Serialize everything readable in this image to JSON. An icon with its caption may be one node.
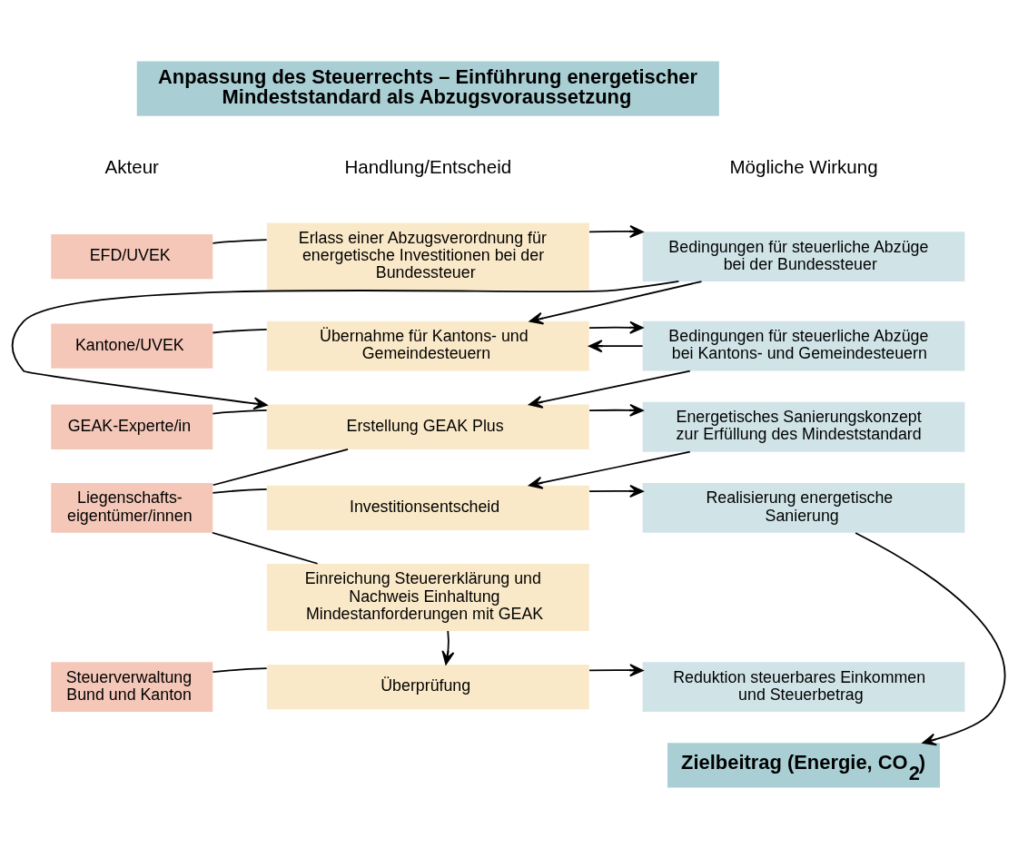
{
  "diagram": {
    "nodes": [
      {
        "text": [
          "Anpassung des Steuerrechts – Einführung energetischer Mindeststandard als Abzugsvoraussetzung"
        ]
      },
      {
        "text": [
          "EFD/UVEK"
        ]
      },
      {
        "text": [
          "Erlass einer Abzugsverordnung für energetische Investitionen bei der Bundessteuer"
        ]
      },
      {
        "text": [
          "Bedingungen für steuerliche Abzüge bei der Bundessteuer"
        ]
      },
      {
        "text": [
          "Kantone/UVEK"
        ]
      },
      {
        "text": [
          "Übernahme für Kantons- und Gemeindesteuern"
        ]
      },
      {
        "text": [
          "Bedingungen für steuerliche Abzüge bei Kantons- und Gemeindesteuern"
        ]
      },
      {
        "text": [
          "GEAK-Experte/in"
        ]
      },
      {
        "text": [
          "Erstellung GEAK Plus"
        ]
      },
      {
        "text": [
          "Energetisches Sanierungskonzept zur Erfüllung des Mindeststandard"
        ]
      },
      {
        "text": [
          "Liegenschafts- eigentümer/innen"
        ]
      },
      {
        "text": [
          "Investitionsentscheid"
        ]
      },
      {
        "text": [
          "Realisierung energetische Sanierung"
        ]
      },
      {
        "text": [
          "Einreichung Steuererklärung und Nachweis Einhaltung Mindestanforderungen mit GEAK"
        ]
      },
      {
        "text": [
          "Steuerverwaltung Bund und Kanton"
        ]
      },
      {
        "text": [
          "Überprüfung"
        ]
      },
      {
        "text": [
          "Reduktion steuerbares Einkommen und Steuerbetrag"
        ]
      },
      {
        "text": [
          "Zielbeitrag (Energie, CO$_{2}$)"
        ]
      }
    ],
    "edges": [
      {
        "from": 1,
        "to": 2,
        "arrow": "none"
      },
      {
        "from": 2,
        "to": 3,
        "arrow": "to"
      },
      {
        "from": 3,
        "to": 5,
        "arrow": "to"
      },
      {
        "from": 3,
        "to": 8,
        "arrow": "to"
      },
      {
        "from": 6,
        "to": 5,
        "arrow": "to"
      },
      {
        "from": 6,
        "to": 8,
        "arrow": "to"
      },
      {
        "from": 4,
        "to": 5,
        "arrow": "none"
      },
      {
        "from": 5,
        "to": 6,
        "arrow": "to"
      },
      {
        "from": 7,
        "to": 8,
        "arrow": "none"
      },
      {
        "from": 10,
        "to": 8,
        "arrow": "none"
      },
      {
        "from": 8,
        "to": 9,
        "arrow": "to"
      },
      {
        "from": 9,
        "to": 11,
        "arrow": "to"
      },
      {
        "from": 10,
        "to": 11,
        "arrow": "none"
      },
      {
        "from": 11,
        "to": 12,
        "arrow": "to"
      },
      {
        "from": 10,
        "to": 13,
        "arrow": "none"
      },
      {
        "from": 13,
        "to": 15,
        "arrow": "to"
      },
      {
        "from": 14,
        "to": 15,
        "arrow": "none"
      },
      {
        "from": 15,
        "to": 16,
        "arrow": "to"
      },
      {
        "from": 12,
        "to": 17,
        "arrow": "to"
      }
    ],
    "labels": [
      "Akteur",
      "Handlung/Entscheid",
      "Mögliche Wirkung"
    ]
  }
}
